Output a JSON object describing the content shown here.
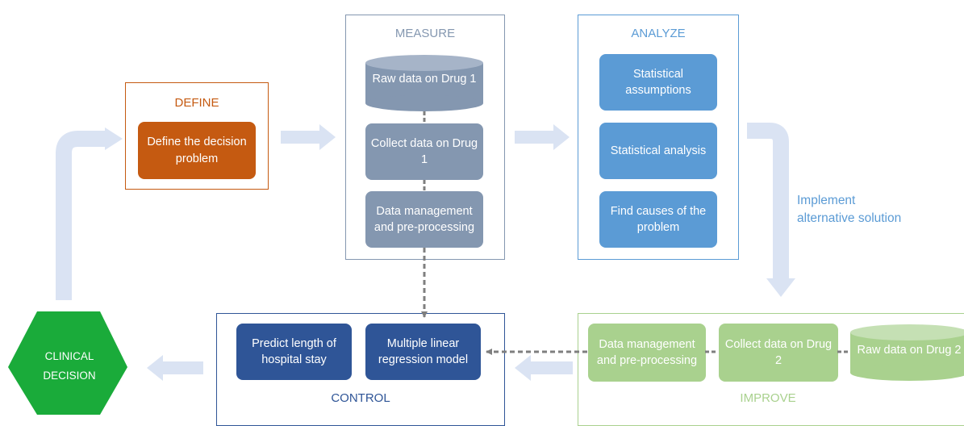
{
  "define": {
    "title": "DEFINE",
    "box": "Define  the decision problem"
  },
  "measure": {
    "title": "MEASURE",
    "raw_data": "Raw data on Drug 1",
    "collect": "Collect data on Drug 1",
    "manage": "Data management and pre-processing"
  },
  "analyze": {
    "title": "ANALYZE",
    "assumptions": "Statistical assumptions",
    "analysis": "Statistical analysis",
    "causes": "Find causes of the problem"
  },
  "implement": {
    "line1": "Implement",
    "line2": "alternative solution"
  },
  "improve": {
    "title": "IMPROVE",
    "manage": "Data management and pre-processing",
    "collect": "Collect data on Drug 2",
    "raw_data": "Raw data on Drug 2"
  },
  "control": {
    "title": "CONTROL",
    "predict": "Predict length of hospital stay",
    "model": "Multiple linear regression model"
  },
  "decision": {
    "label": "CLINICAL DECISION"
  },
  "colors": {
    "define": "#c55a11",
    "measure": "#8497b0",
    "analyze": "#5b9bd5",
    "improve": "#a9d18e",
    "control": "#2f5597",
    "decision": "#1aab3a",
    "arrow": "#dae3f3"
  }
}
